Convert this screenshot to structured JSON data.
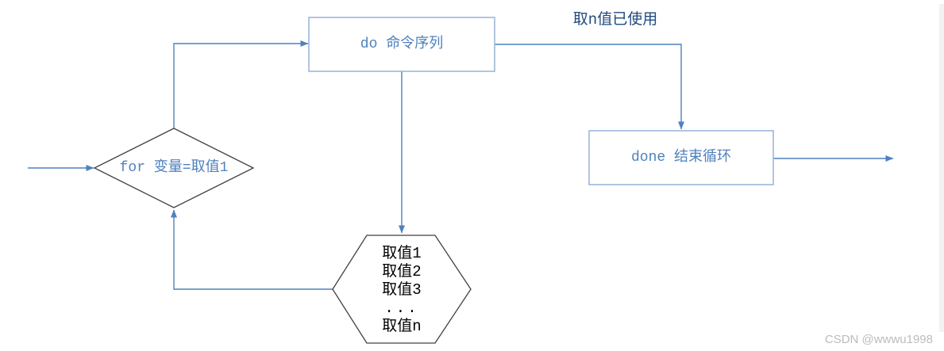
{
  "diagram": {
    "nodes": {
      "for_diamond": {
        "shape": "diamond",
        "label": "for 变量=取值1"
      },
      "do_box": {
        "shape": "rect",
        "label": "do 命令序列"
      },
      "done_box": {
        "shape": "rect",
        "label": "done 结束循环"
      },
      "values_hexagon": {
        "shape": "hexagon",
        "lines": [
          "取值1",
          "取值2",
          "取值3",
          "...",
          "取值n"
        ]
      }
    },
    "edge_label_do_done": "取n值已使用",
    "edges": [
      {
        "from": "start",
        "to": "for_diamond"
      },
      {
        "from": "for_diamond",
        "to": "do_box"
      },
      {
        "from": "do_box",
        "to": "done_box",
        "label": "取n值已使用"
      },
      {
        "from": "do_box",
        "to": "values_hexagon"
      },
      {
        "from": "values_hexagon",
        "to": "for_diamond"
      },
      {
        "from": "done_box",
        "to": "end"
      }
    ]
  },
  "watermark": "CSDN @wwwu1998",
  "colors": {
    "connector_blue": "#4f81bd",
    "box_border_blue": "#95b3d7",
    "box_text_blue": "#4f81bd",
    "edge_label_navy": "#1f497d",
    "shape_border_dark": "#404040",
    "shape_fill": "#ffffff",
    "hexagon_text_black": "#000000",
    "watermark_gray": "#bcbcbc",
    "scrollbar_track_gray": "#f2f2f2"
  }
}
